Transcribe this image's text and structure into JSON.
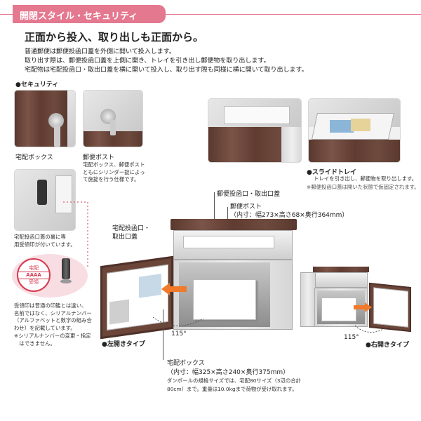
{
  "header": {
    "title": "開閉スタイル・セキュリティ"
  },
  "intro": {
    "headline": "正面から投入、取り出しも正面から。",
    "lines": [
      "普通郵便は郵便投函口蓋を外側に開いて投入します。",
      "取り出す際は、郵便投函口蓋を上側に開き、トレイを引き出し郵便物を取り出します。",
      "宅配物は宅配投函口・取出口蓋を横に開いて投入し、取り出す際も同様に横に開いて取り出します。"
    ]
  },
  "security": {
    "section_label": "●セキュリティ",
    "takuhai_label": "宅配ボックス",
    "post_label": "郵便ポスト",
    "post_desc": [
      "宅配ボックス、郵便ポスト",
      "ともにシリンダー錠によっ",
      "て施錠を行う仕様です。"
    ],
    "stamp_desc": [
      "宅配投函口蓋の裏に専",
      "用受領印が付いています。"
    ],
    "stamp_words": [
      "宅配",
      "AAAA",
      "受領"
    ],
    "stamp_note": [
      "受領印は普通の印鑑とは違い、",
      "名前ではなく、シリアルナンバー",
      "（アルファベットと数字の組み合",
      "わせ）を記載しています。",
      "※シリアルナンバーの変更・指定",
      "　はできません。"
    ]
  },
  "slide_tray": {
    "label": "●スライドトレイ",
    "desc": "トレイを引き出し、郵便物を取り出します。",
    "note": "※郵便投函口蓋は開いた状態で仮固定されます。"
  },
  "diagram": {
    "post_opening_label": "郵便投函口・取出口蓋",
    "post_box_label": "郵便ポスト",
    "post_box_dims": "（内寸：幅273×高さ68×奥行364mm）",
    "delivery_opening_label_1": "宅配投函口・",
    "delivery_opening_label_2": "取出口蓋",
    "angle_left": "115°",
    "angle_right": "115°",
    "left_type_label": "●左開きタイプ",
    "right_type_label": "●右開きタイプ",
    "delivery_box_label": "宅配ボックス",
    "delivery_box_dims": "（内寸：幅325×高さ240×奥行375mm）",
    "capacity_note_1": "ダンボールの規格サイズでは、宅配80サイズ（3辺の合計",
    "capacity_note_2": "80cm）まで。重量は10.0kgまで荷物が受け取れます。"
  },
  "colors": {
    "accent_pink": "#e4788f",
    "wood_brown": "#6b4538",
    "arrow_orange": "#f07a2a"
  }
}
